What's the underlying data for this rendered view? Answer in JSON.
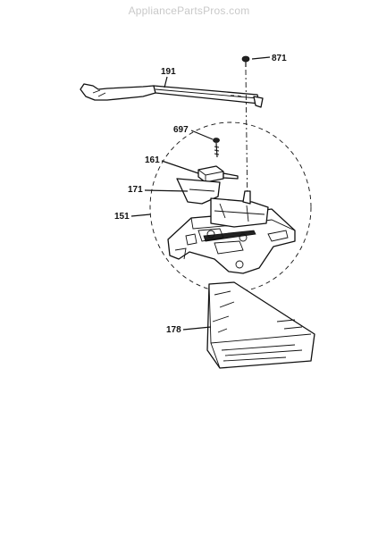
{
  "watermark": "AppliancePartsPros.com",
  "callouts": {
    "p871": "871",
    "p191": "191",
    "p697": "697",
    "p161": "161",
    "p171": "171",
    "p151": "151",
    "p178": "178"
  }
}
